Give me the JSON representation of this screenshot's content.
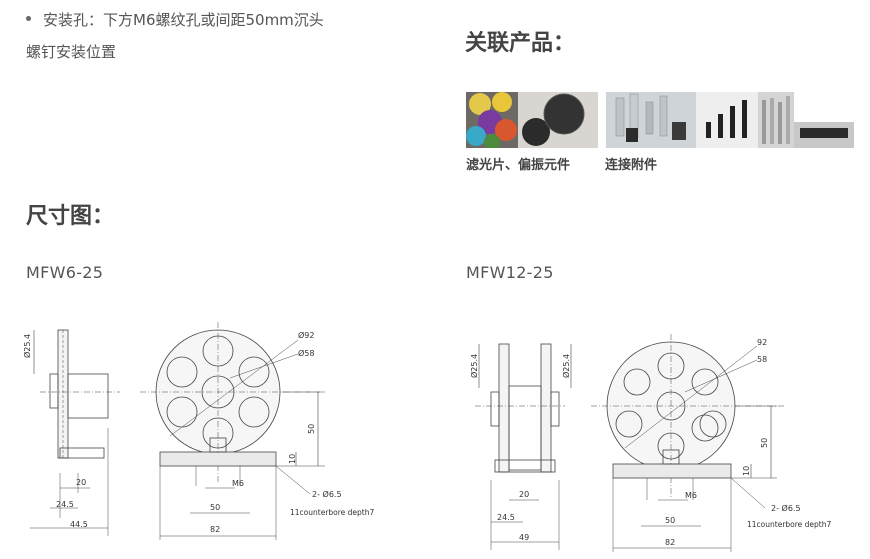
{
  "spec": {
    "install_hole_line1": "安装孔：下方M6螺纹孔或间距50mm沉头",
    "install_hole_line2": "螺钉安装位置"
  },
  "related": {
    "title": "关联产品：",
    "items": [
      {
        "label": "滤光片、偏振元件"
      },
      {
        "label": "连接附件"
      }
    ]
  },
  "dimensions": {
    "title": "尺寸图：",
    "drawings": [
      {
        "model": "MFW6-25",
        "labels": {
          "dia_side": "Ø25.4",
          "outer_dia": "Ø92",
          "pos_dia": "Ø58",
          "height_center": "50",
          "base_height": "10",
          "thread": "M6",
          "hole_spacing": "50",
          "base_length": "82",
          "side_20": "20",
          "side_245": "24.5",
          "side_total": "44.5",
          "counterbore": "2- Ø6.5",
          "counterbore_depth": "11counterbore depth7"
        }
      },
      {
        "model": "MFW12-25",
        "labels": {
          "dia_side_left": "Ø25.4",
          "dia_side_right": "Ø25.4",
          "outer_dia": "92",
          "pos_dia": "58",
          "height_center": "50",
          "base_height": "10",
          "thread": "M6",
          "hole_spacing": "50",
          "base_length": "82",
          "side_20": "20",
          "side_245": "24.5",
          "side_total": "49",
          "counterbore": "2- Ø6.5",
          "counterbore_depth": "11counterbore depth7"
        }
      }
    ]
  }
}
